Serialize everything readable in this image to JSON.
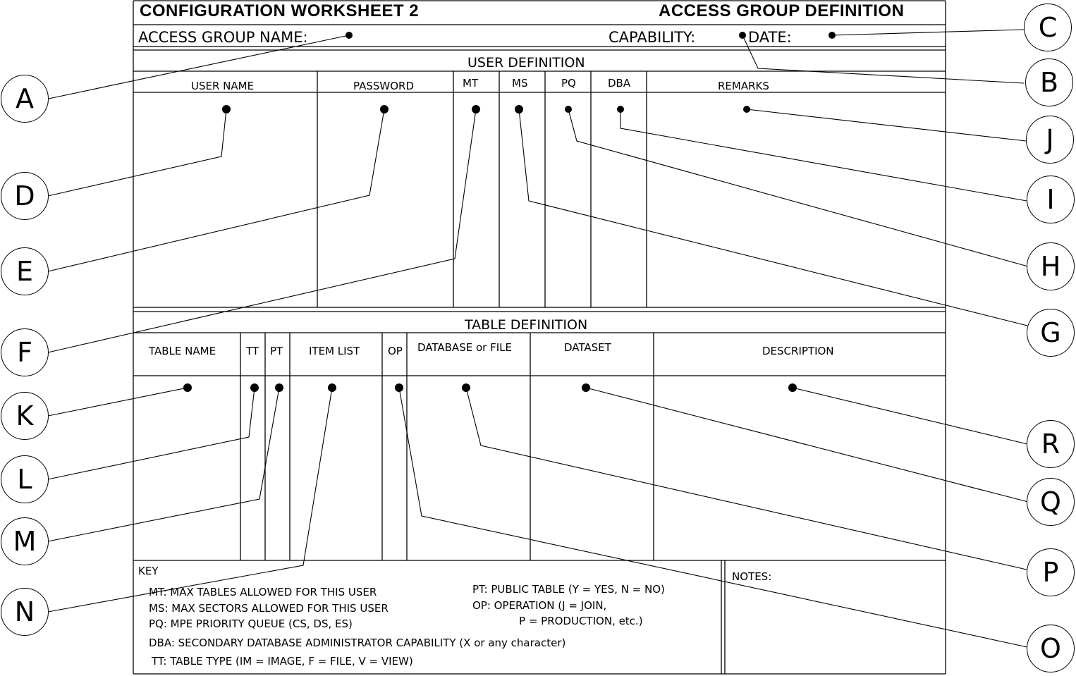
{
  "header": {
    "left_title": "CONFIGURATION WORKSHEET 2",
    "right_title": "ACCESS GROUP DEFINITION"
  },
  "top_fields": {
    "access_group_name": "ACCESS GROUP NAME:",
    "capability": "CAPABILITY:",
    "date": "DATE:"
  },
  "user_definition": {
    "title": "USER DEFINITION",
    "columns": [
      "USER NAME",
      "PASSWORD",
      "MT",
      "MS",
      "PQ",
      "DBA",
      "REMARKS"
    ]
  },
  "table_definition": {
    "title": "TABLE DEFINITION",
    "columns": [
      "TABLE NAME",
      "TT",
      "PT",
      "ITEM LIST",
      "OP",
      "DATABASE or FILE",
      "DATASET",
      "DESCRIPTION"
    ]
  },
  "key": {
    "title": "KEY",
    "left_lines": [
      "MT: MAX TABLES ALLOWED FOR THIS USER",
      "MS: MAX SECTORS ALLOWED FOR THIS USER",
      "PQ: MPE PRIORITY QUEUE (CS, DS, ES)"
    ],
    "right_lines": [
      "PT: PUBLIC TABLE (Y = YES, N = NO)",
      "OP: OPERATION (J = JOIN,",
      "P = PRODUCTION, etc.)"
    ],
    "bottom_lines": [
      "DBA: SECONDARY DATABASE ADMINISTRATOR CAPABILITY (X or any character)",
      "TT: TABLE TYPE (IM = IMAGE, F = FILE, V = VIEW)"
    ]
  },
  "notes": {
    "title": "NOTES:"
  },
  "callouts": {
    "left": [
      "A",
      "D",
      "E",
      "F",
      "K",
      "L",
      "M",
      "N"
    ],
    "right": [
      "C",
      "B",
      "J",
      "I",
      "H",
      "G",
      "R",
      "Q",
      "P",
      "O"
    ]
  }
}
